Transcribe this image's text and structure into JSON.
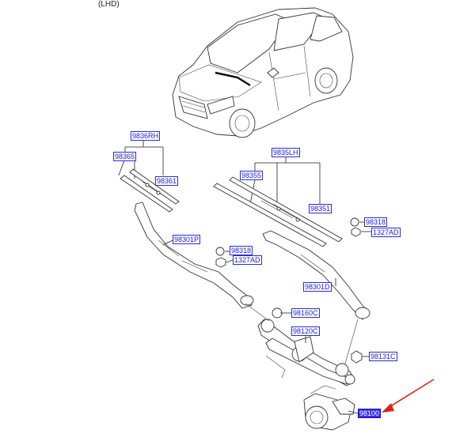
{
  "variant": "(LHD)",
  "colors": {
    "label_border": "#2a2ae0",
    "label_text": "#1a1ad6",
    "selected_fill": "#3a2cf0",
    "arrow": "#e0201c"
  },
  "labels": {
    "p9836rh": "9836RH",
    "p98365": "98365",
    "p98361": "98361",
    "p9835lh": "9835LH",
    "p98355": "98355",
    "p98351": "98351",
    "p98318_right": "98318",
    "p1327ad_right": "1327AD",
    "p98301p": "98301P",
    "p98318_left": "98318",
    "p1327ad_left": "1327AD",
    "p98301d": "98301D",
    "p98160c": "98160C",
    "p98120c": "98120C",
    "p98131c": "98131C",
    "p98100": "98100"
  },
  "selected_part": "98100"
}
